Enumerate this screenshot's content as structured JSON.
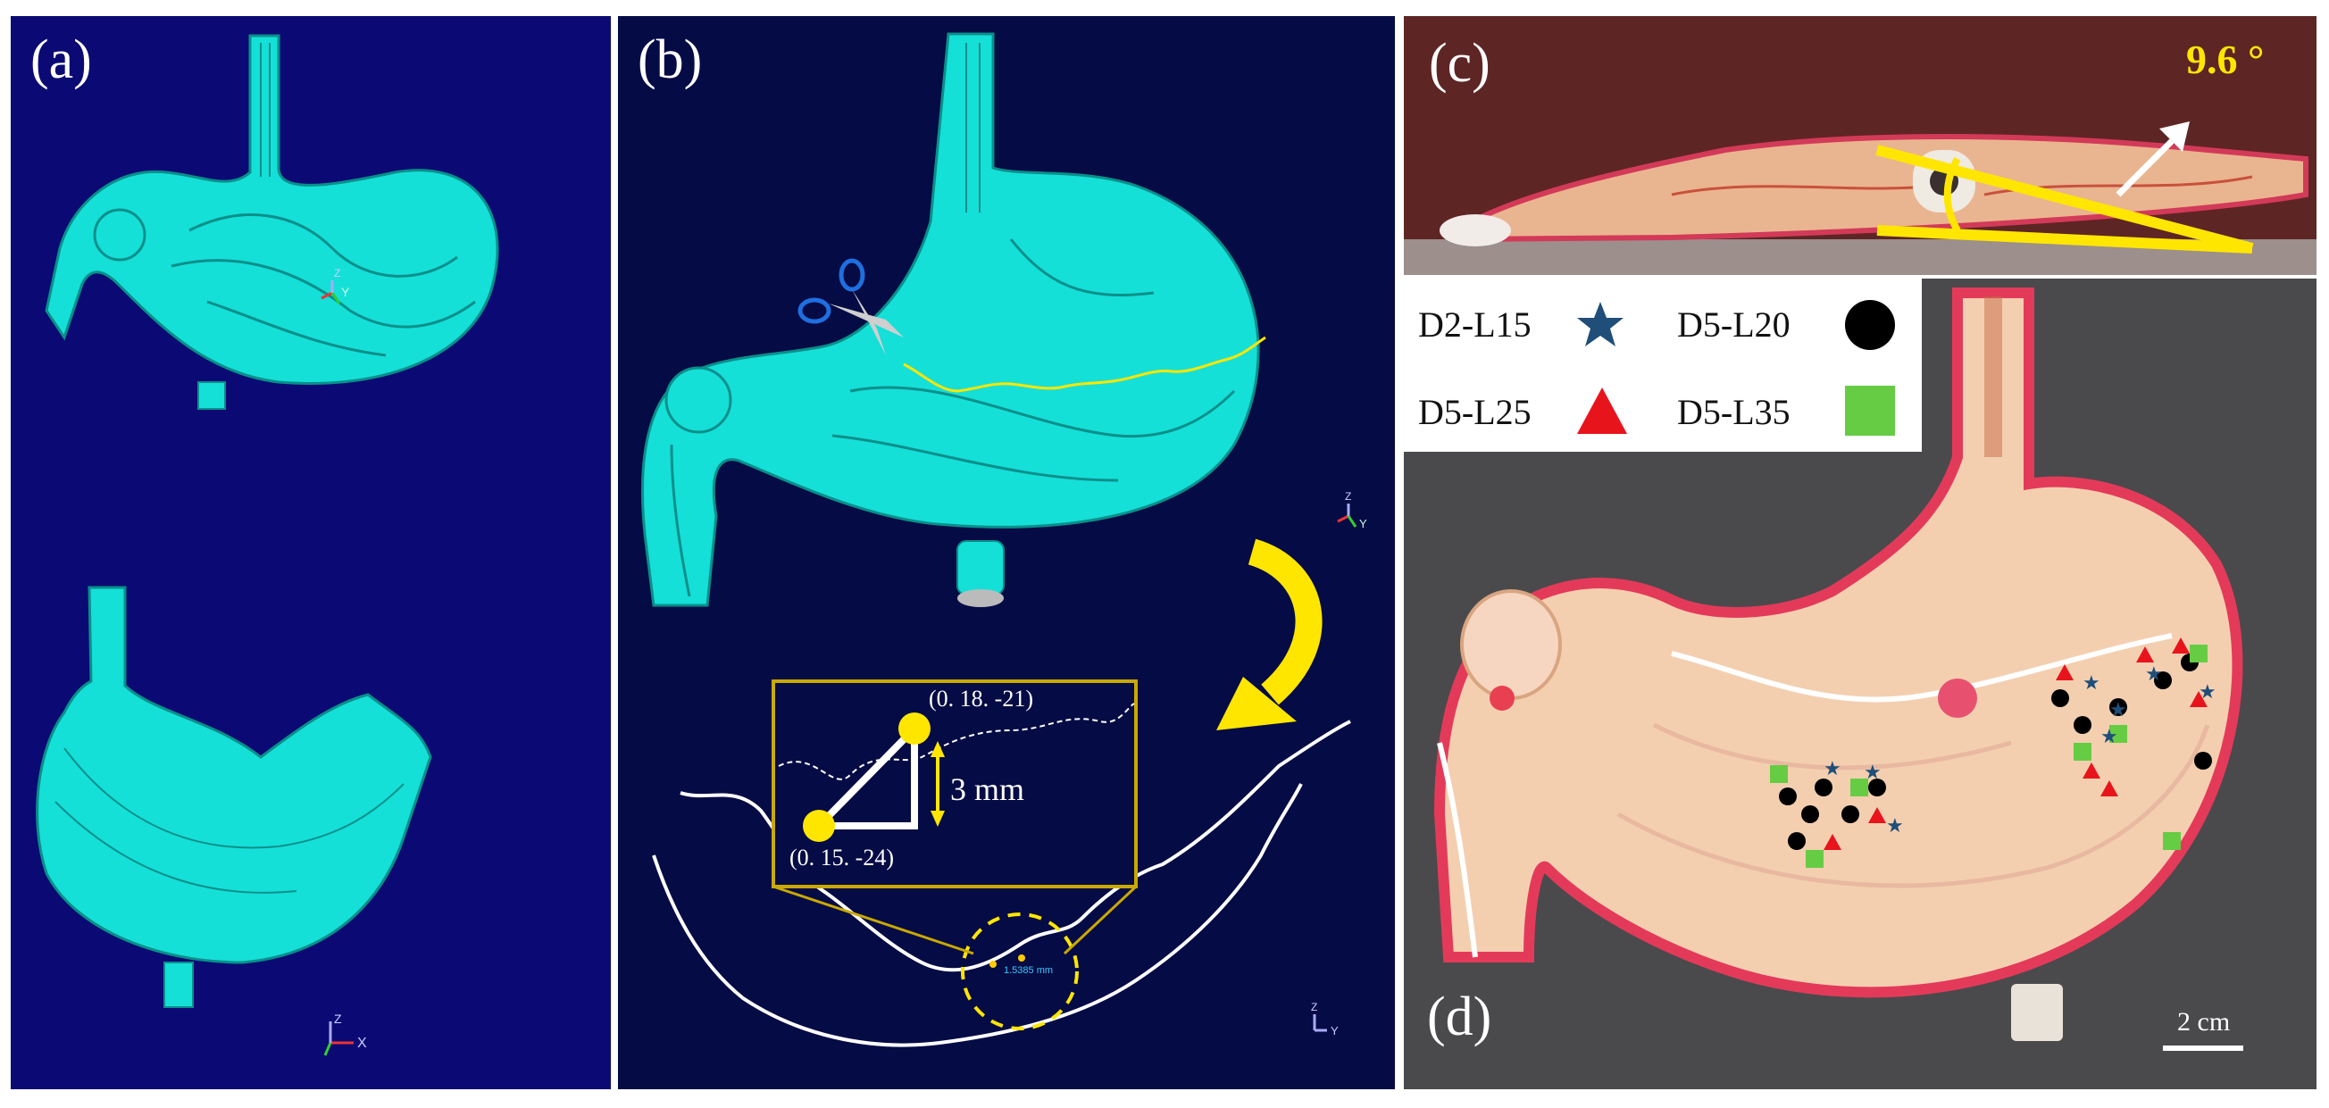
{
  "panels": {
    "a": {
      "label": "(a)"
    },
    "b": {
      "label": "(b)",
      "coord_top": "(0. 18. -21)",
      "coord_bottom": "(0. 15. -24)",
      "dimension": "3 mm",
      "small_readout": "1.5385 mm"
    },
    "c": {
      "label": "(c)",
      "angle": "9.6 °"
    },
    "d": {
      "label": "(d)",
      "scale_bar": "2 cm"
    }
  },
  "axes_triad": {
    "x": "X",
    "y": "Y",
    "z": "Z"
  },
  "legend": {
    "items": [
      {
        "label": "D2-L15",
        "marker": "star",
        "color": "#1f4e79"
      },
      {
        "label": "D5-L20",
        "marker": "circle",
        "color": "#000000"
      },
      {
        "label": "D5-L25",
        "marker": "triangle",
        "color": "#e8141c"
      },
      {
        "label": "D5-L35",
        "marker": "square",
        "color": "#66cc44"
      }
    ]
  },
  "colors": {
    "mesh": "#14e0d8",
    "panel_a_bg": "#0b0a74",
    "panel_b_bg": "#050b45",
    "highlight_yellow": "#ffe600",
    "stomach_tissue": "#f0c8a8",
    "stomach_rim": "#e43a5a"
  }
}
